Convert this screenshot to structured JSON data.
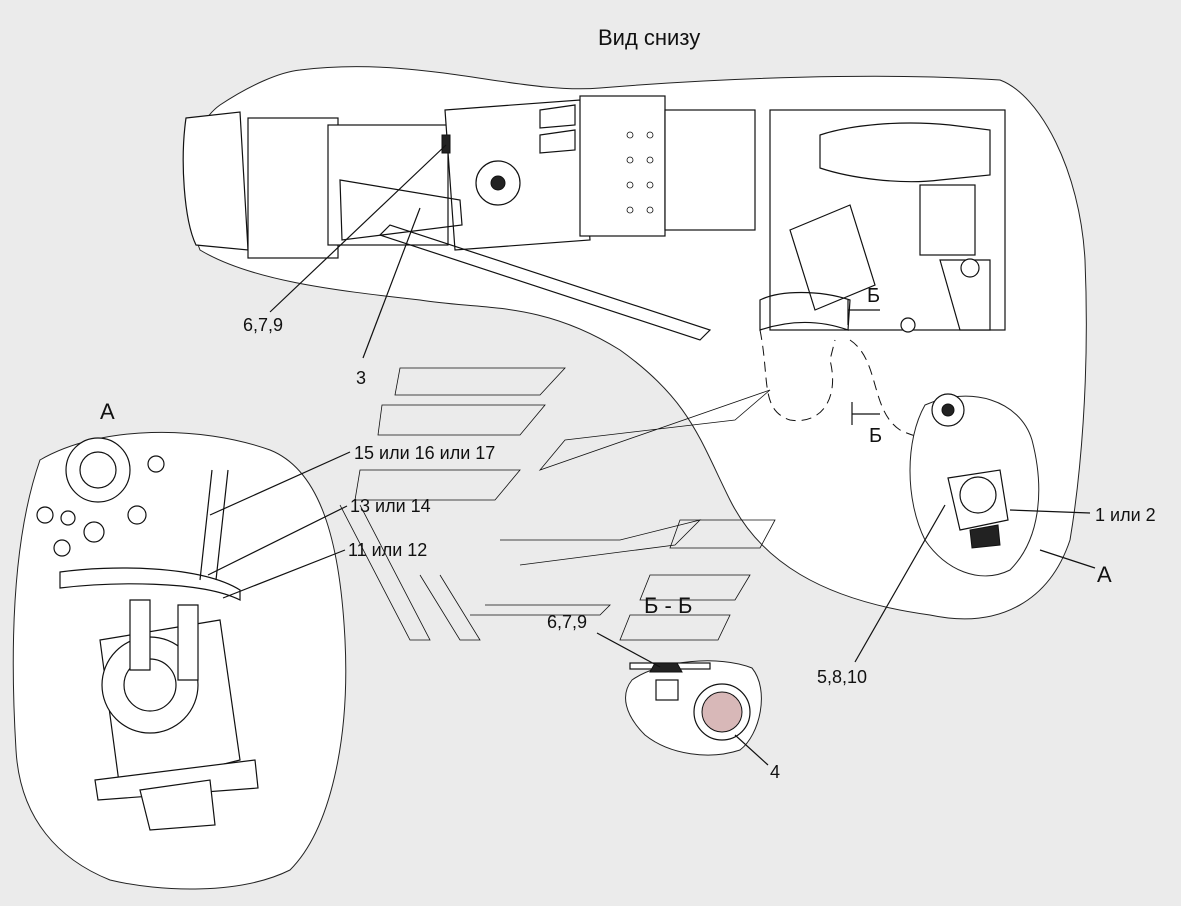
{
  "title": "Вид снизу",
  "view_labels": {
    "detail_a_left": "А",
    "detail_a_right": "А",
    "section_arrow_top": "Б",
    "section_arrow_bottom": "Б",
    "section_title": "Б - Б"
  },
  "callouts": {
    "c_679_top": "6,7,9",
    "c_3": "3",
    "c_15_17": "15 или 16 или 17",
    "c_13_14": "13 или 14",
    "c_11_12": "11 или 12",
    "c_1_2": "1 или 2",
    "c_5810": "5,8,10",
    "c_679_section": "6,7,9",
    "c_4": "4"
  }
}
